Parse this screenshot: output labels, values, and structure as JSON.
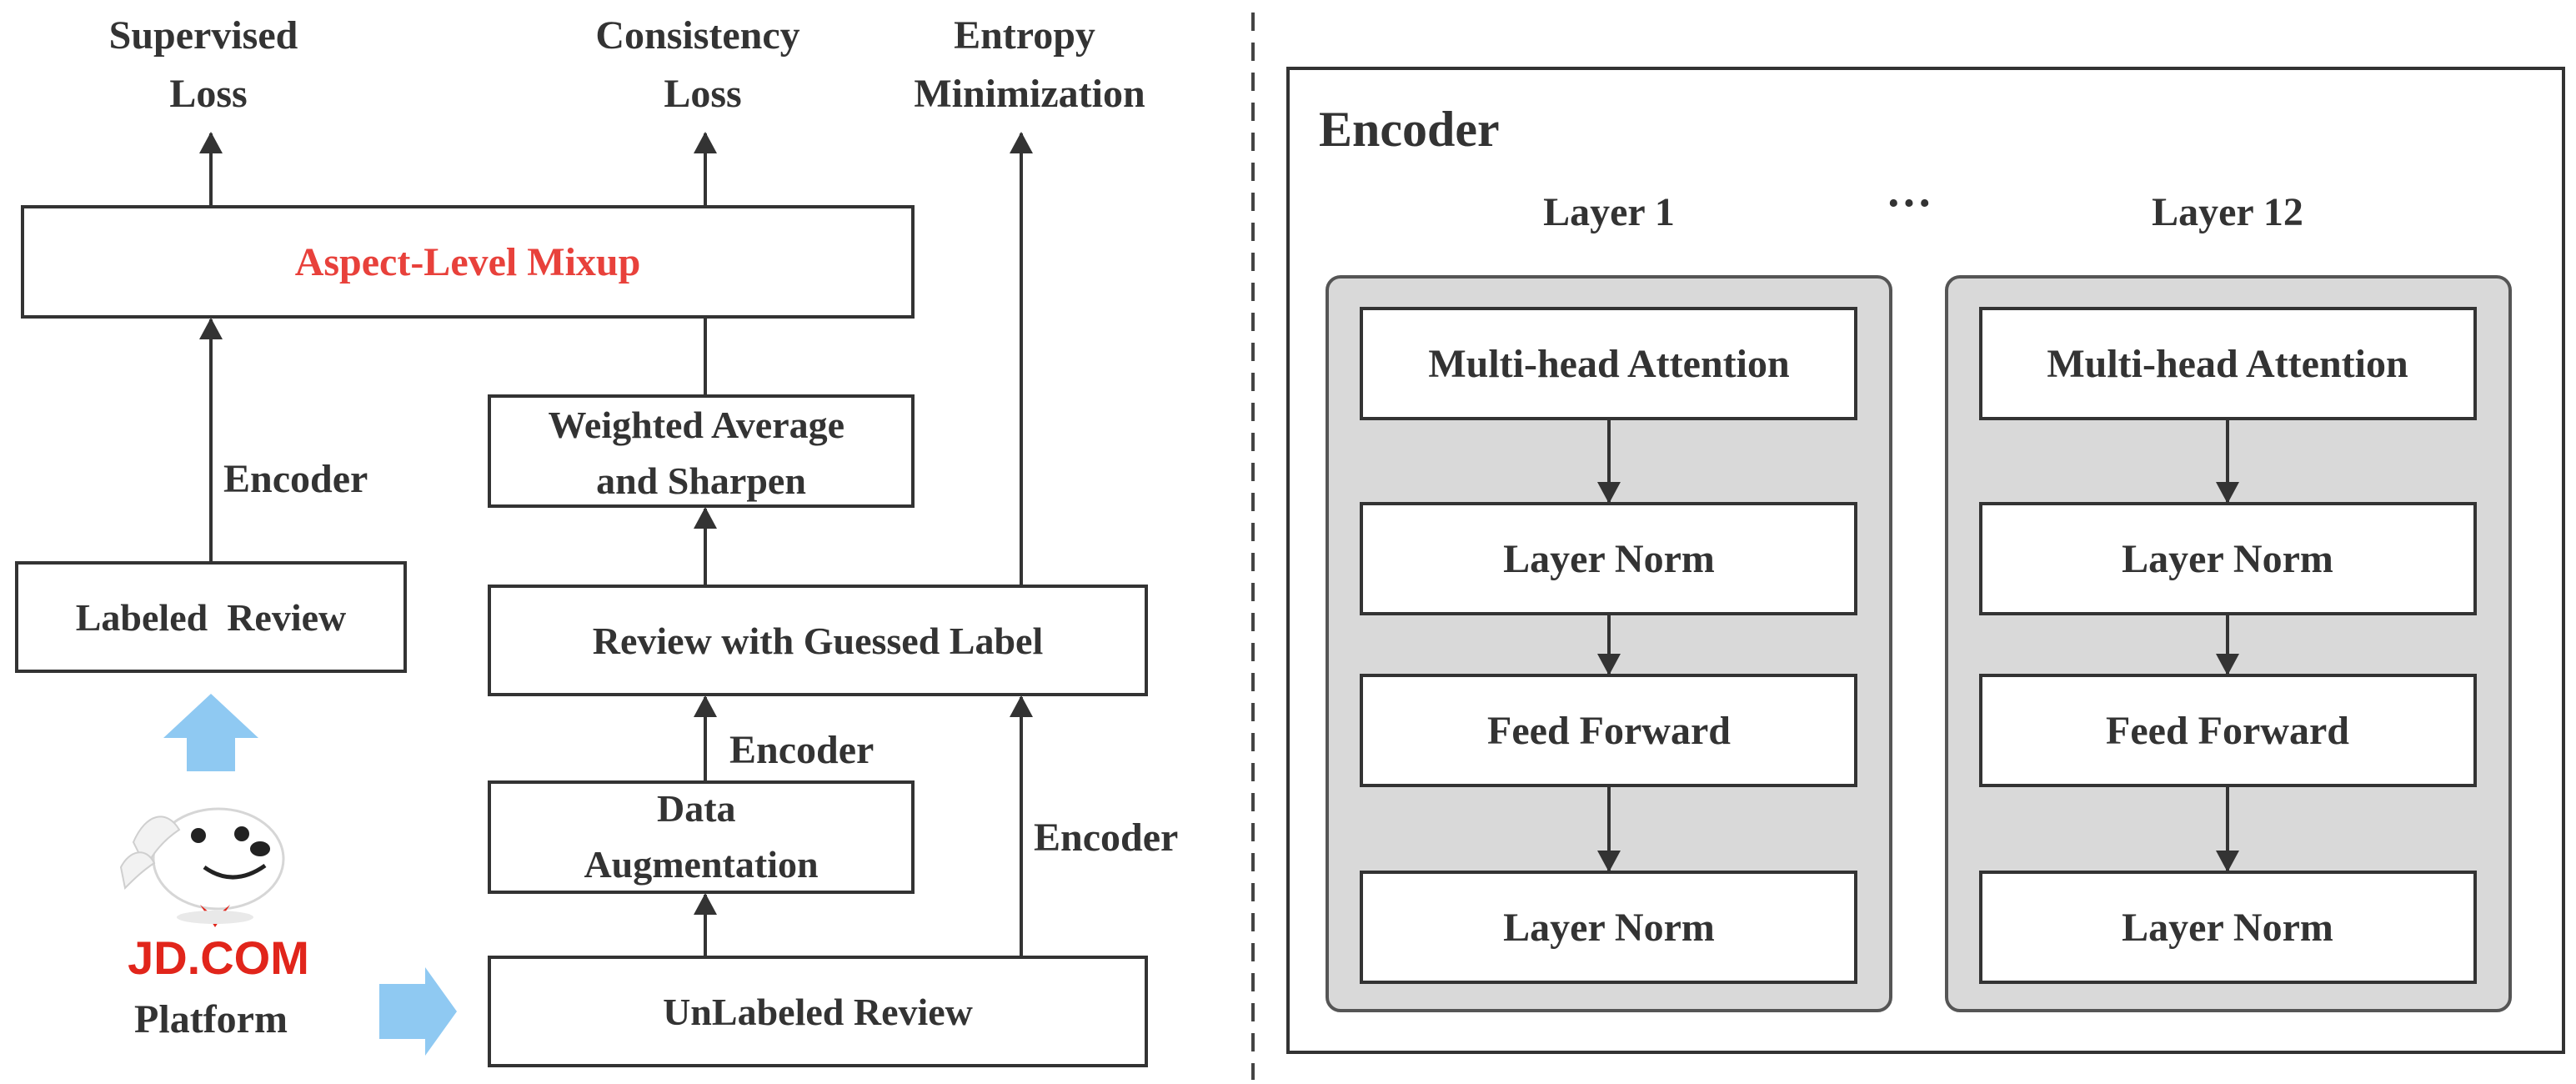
{
  "left": {
    "outputs": {
      "supervised": [
        "Supervised",
        "Loss"
      ],
      "consistency": [
        "Consistency",
        "Loss"
      ],
      "entropy": [
        "Entropy",
        "Minimization"
      ]
    },
    "mixup_label": "Aspect-Level Mixup",
    "weighted_avg": [
      "Weighted Average",
      "and Sharpen"
    ],
    "encoder_label": "Encoder",
    "labeled_review": "Labeled  Review",
    "guessed_label": "Review with Guessed Label",
    "data_aug": [
      "Data",
      "Augmentation"
    ],
    "unlabeled_review": "UnLabeled Review",
    "logo_text": "JD.COM",
    "platform": "Platform"
  },
  "right": {
    "title": "Encoder",
    "layer_first": "Layer 1",
    "ellipsis": "···",
    "layer_last": "Layer 12",
    "blocks": [
      "Multi-head Attention",
      "Layer Norm",
      "Feed Forward",
      "Layer Norm"
    ]
  },
  "colors": {
    "mixup_text": "#e8413b",
    "logo_red": "#e1251b",
    "arrow_blue": "#8fc9f2",
    "stack_fill": "#d9d9d9"
  }
}
